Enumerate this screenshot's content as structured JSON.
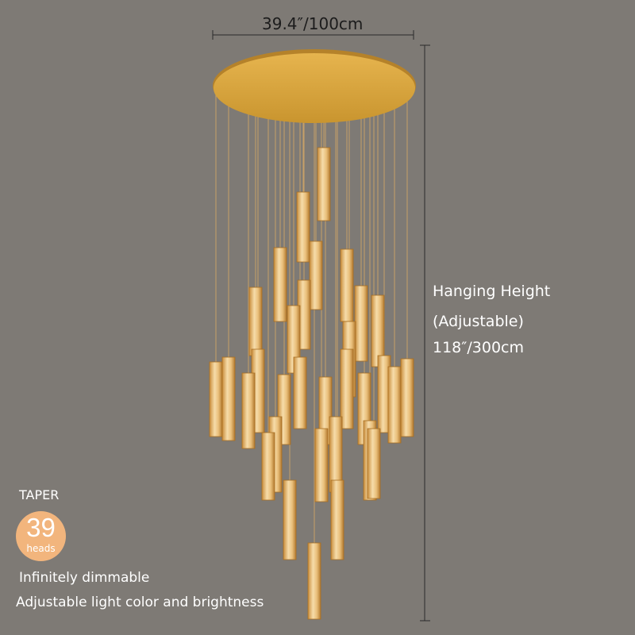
{
  "dimensions": {
    "width": "39.4″/100cm",
    "height_label_line1": "Hanging Height",
    "height_label_line2": "(Adjustable)",
    "height_value": "118″/300cm"
  },
  "product": {
    "name": "TAPER",
    "heads_count": "39",
    "heads_unit": "heads"
  },
  "features": [
    "Infinitely dimmable",
    "Adjustable light color and brightness"
  ],
  "colors": {
    "background": "#7e7a75",
    "gold": "#d3a042",
    "badge": "#f2b57d"
  }
}
